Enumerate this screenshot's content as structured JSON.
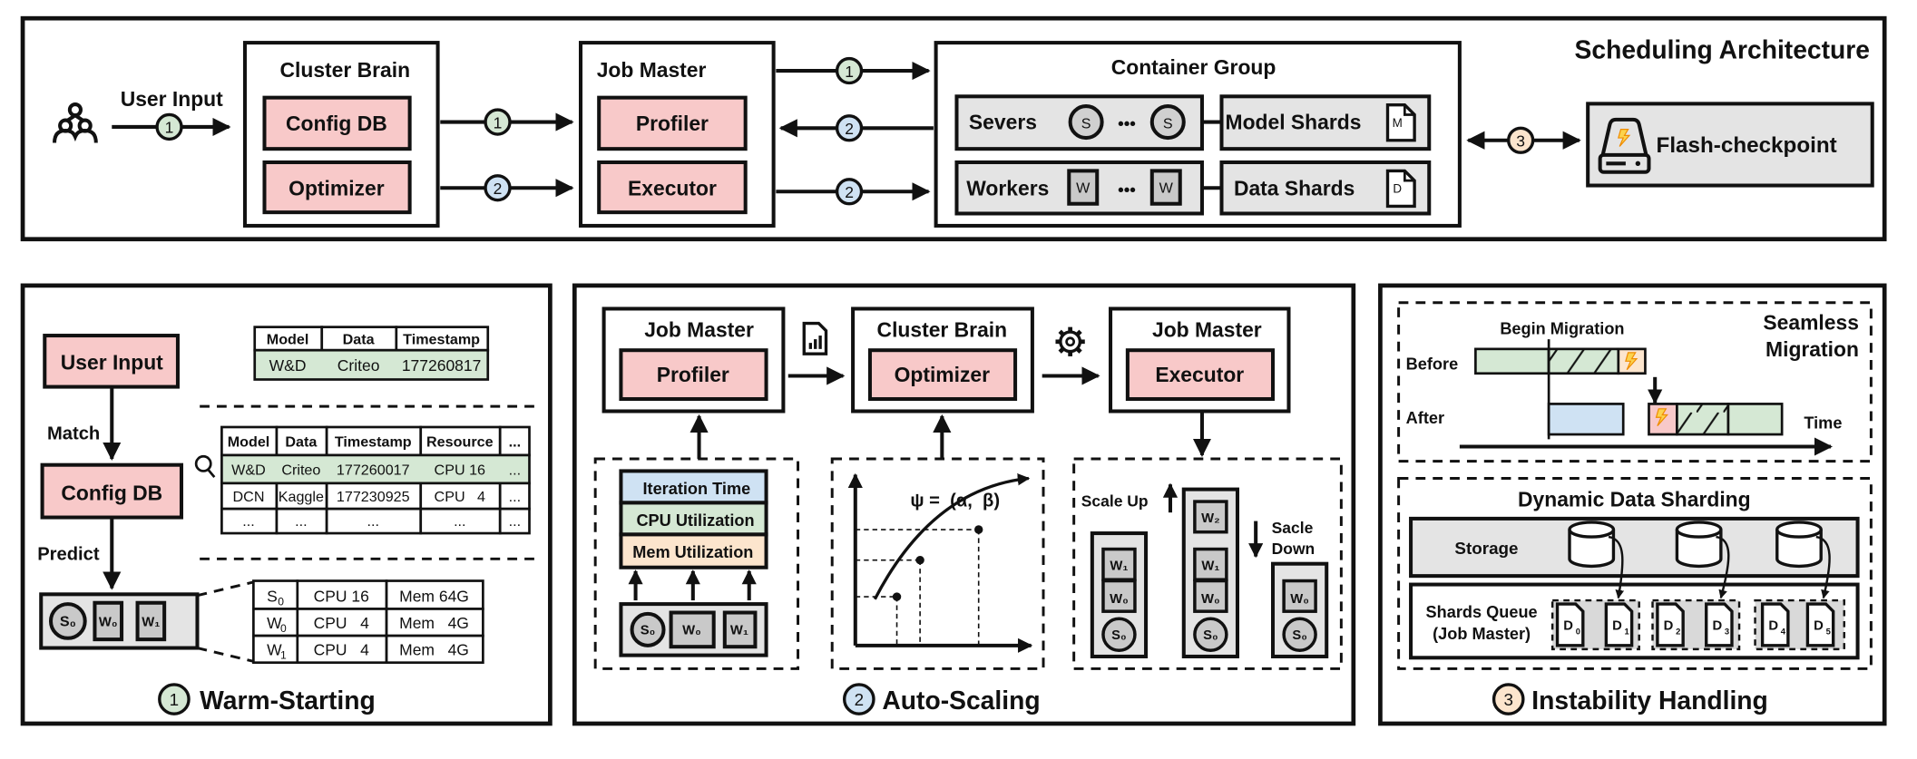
{
  "architecture": {
    "title": "Scheduling Architecture",
    "user_input_label": "User Input",
    "cluster_brain": {
      "title": "Cluster Brain",
      "config_db": "Config DB",
      "optimizer": "Optimizer"
    },
    "job_master": {
      "title": "Job Master",
      "profiler": "Profiler",
      "executor": "Executor"
    },
    "container_group": {
      "title": "Container Group",
      "servers_label": "Severs",
      "server_glyph": "S",
      "workers_label": "Workers",
      "worker_glyph": "W",
      "ellipsis": "•••",
      "model_shards": "Model Shards",
      "model_shard_glyph": "M",
      "data_shards": "Data Shards",
      "data_shard_glyph": "D"
    },
    "flash_checkpoint": "Flash-checkpoint",
    "step_badges": {
      "one": "1",
      "two": "2",
      "three": "3"
    }
  },
  "warm_starting": {
    "title": "Warm-Starting",
    "badge": "1",
    "user_input": "User Input",
    "match_label": "Match",
    "config_db": "Config DB",
    "predict_label": "Predict",
    "query_table": {
      "headers": [
        "Model",
        "Data",
        "Timestamp"
      ],
      "row": [
        "W&D",
        "Criteo",
        "177260817"
      ]
    },
    "db_table": {
      "headers": [
        "Model",
        "Data",
        "Timestamp",
        "Resource",
        "..."
      ],
      "rows": [
        [
          "W&D",
          "Criteo",
          "177260017",
          "CPU 16",
          "..."
        ],
        [
          "DCN",
          "Kaggle",
          "177230925",
          "CPU   4",
          "..."
        ],
        [
          "...",
          "...",
          "...",
          "...",
          "..."
        ]
      ]
    },
    "nodes": [
      "S0",
      "W0",
      "W1"
    ],
    "resource_table": {
      "rows": [
        [
          "S",
          "0",
          "CPU 16",
          "Mem 64G"
        ],
        [
          "W",
          "0",
          "CPU   4",
          "Mem   4G"
        ],
        [
          "W",
          "1",
          "CPU   4",
          "Mem   4G"
        ]
      ]
    }
  },
  "auto_scaling": {
    "title": "Auto-Scaling",
    "badge": "2",
    "job_master_1": {
      "title": "Job Master",
      "inner": "Profiler"
    },
    "cluster_brain": {
      "title": "Cluster Brain",
      "inner": "Optimizer"
    },
    "job_master_2": {
      "title": "Job Master",
      "inner": "Executor"
    },
    "metrics": [
      "Iteration Time",
      "CPU Utilization",
      "Mem Utilization"
    ],
    "formula": "ψ =  (α,  β)",
    "scale_up": "Scale Up",
    "scale_down_1": "Sacle",
    "scale_down_2": "Down",
    "columns": [
      [
        "W2",
        "W1",
        "W0",
        "S0"
      ]
    ]
  },
  "instability": {
    "title": "Instability Handling",
    "badge": "3",
    "seamless_1": "Seamless",
    "seamless_2": "Migration",
    "begin_migration": "Begin Migration",
    "before": "Before",
    "after": "After",
    "time": "Time",
    "dds_title": "Dynamic Data Sharding",
    "storage": "Storage",
    "queue_1": "Shards Queue",
    "queue_2": "(Job Master)",
    "shards": [
      "0",
      "1",
      "2",
      "3",
      "4",
      "5"
    ],
    "shard_glyph": "D"
  },
  "colors": {
    "pink": "#f8c9c9",
    "green": "#d5e8d4",
    "blue": "#cfe2f3",
    "orange": "#fce5cd",
    "gray": "#e4e4e4",
    "lightning": "#f5a623"
  }
}
